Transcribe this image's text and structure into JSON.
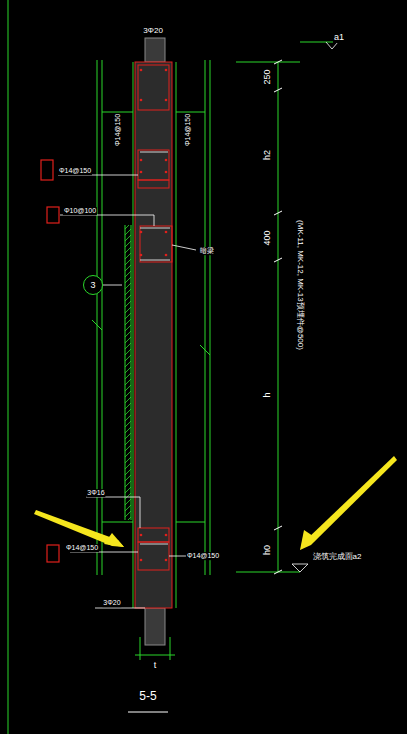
{
  "diagram": {
    "caption": "5-5",
    "nodes": [
      {
        "text": [
          "3"
        ]
      }
    ],
    "labels": [
      "3Φ20",
      "a1",
      "250",
      "Φ14@150",
      "Φ14@150",
      "h2",
      "Φ14@150",
      "Φ10@100",
      "400",
      "暗梁",
      "(MK-11, MK-12, MK-13预埋件@500)",
      "h",
      "3Φ16",
      "Φ14@150",
      "Φ14@150",
      "h0",
      "浇筑完成面a2",
      "3Φ20",
      "t"
    ]
  }
}
